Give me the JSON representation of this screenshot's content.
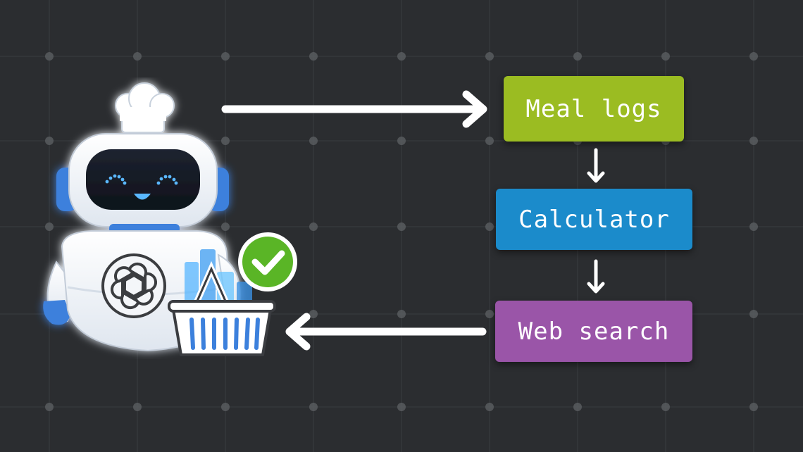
{
  "colors": {
    "background": "#2b2d30",
    "grid_line": "#3a3d41",
    "grid_dot": "#5b5e62",
    "arrow": "#ffffff",
    "meal_logs": "#9bbc22",
    "calculator": "#1b8bcb",
    "web_search": "#9a55a8",
    "robot_accent": "#3c80dc",
    "check_badge": "#5ab526"
  },
  "nodes": [
    {
      "id": "meal_logs",
      "label": "Meal logs"
    },
    {
      "id": "calculator",
      "label": "Calculator"
    },
    {
      "id": "web_search",
      "label": "Web search"
    }
  ],
  "edges": [
    {
      "from": "robot",
      "to": "meal_logs"
    },
    {
      "from": "meal_logs",
      "to": "calculator"
    },
    {
      "from": "calculator",
      "to": "web_search"
    },
    {
      "from": "web_search",
      "to": "robot"
    }
  ],
  "icons": {
    "robot": "chef-robot-icon",
    "chef_hat": "chef-hat-icon",
    "logo": "openai-logo-icon",
    "basket": "shopping-basket-icon",
    "badge": "check-badge-icon"
  }
}
